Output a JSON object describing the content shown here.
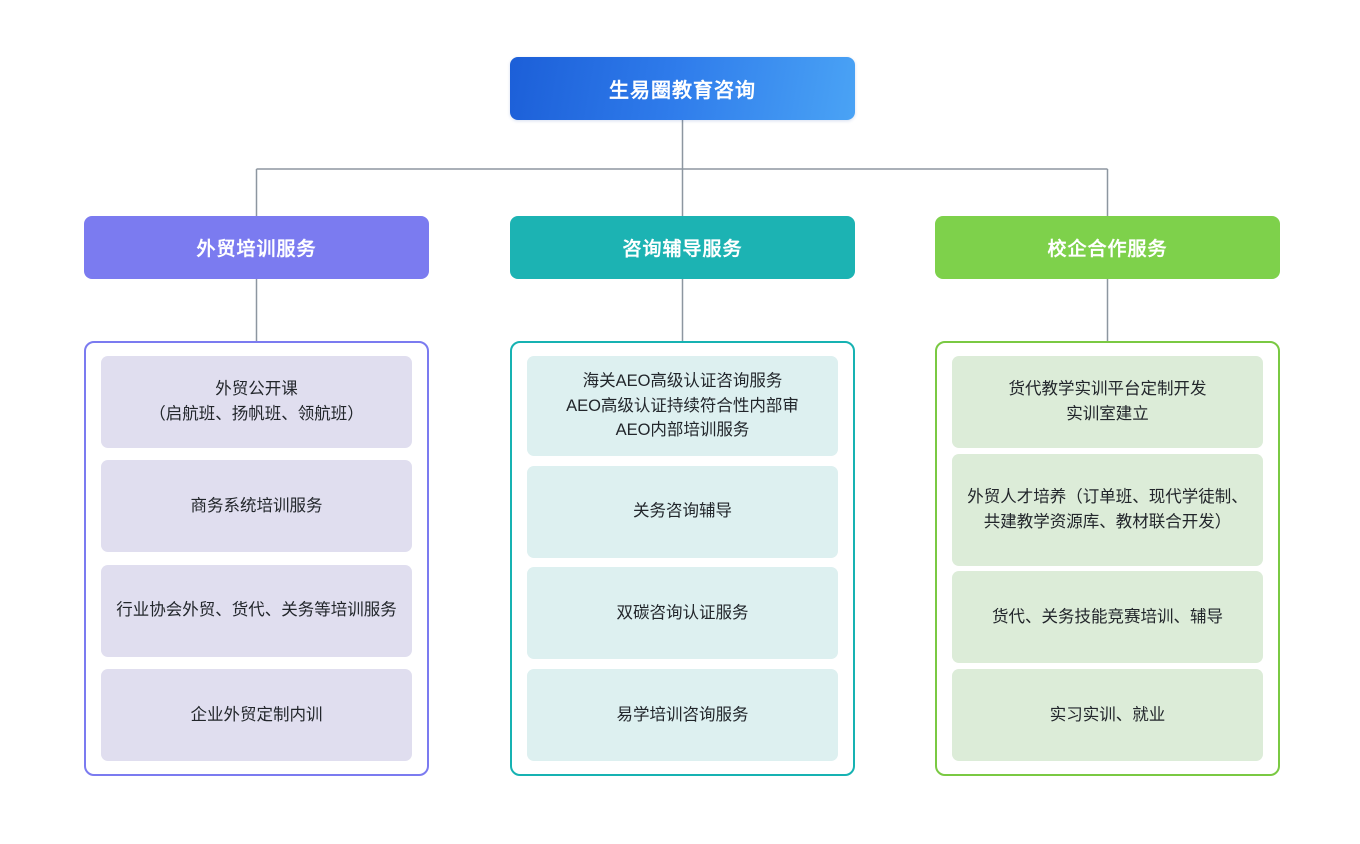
{
  "colors": {
    "root_gradient_start": "#1c5fd8",
    "root_gradient_end": "#4aa3f5",
    "purple": "#7b7bf0",
    "purple_fill": "#e0deef",
    "teal": "#1cb3b3",
    "teal_fill": "#ddf0f0",
    "green": "#7ed14b",
    "green_fill": "#dcecd8",
    "connector": "#8d96a0",
    "page_background": "#ffffff",
    "leaf_text": "#22262b",
    "header_text": "#ffffff"
  },
  "root": {
    "title": "生易圈教育咨询"
  },
  "columns": [
    {
      "id": "waimao-peixun",
      "header": "外贸培训服务",
      "theme": "purple",
      "items": [
        "外贸公开课\n（启航班、扬帆班、领航班）",
        "商务系统培训服务",
        "行业协会外贸、货代、关务等培训服务",
        "企业外贸定制内训"
      ]
    },
    {
      "id": "zixun-fudao",
      "header": "咨询辅导服务",
      "theme": "teal",
      "items": [
        "海关AEO高级认证咨询服务\nAEO高级认证持续符合性内部审\nAEO内部培训服务",
        "关务咨询辅导",
        "双碳咨询认证服务",
        "易学培训咨询服务"
      ]
    },
    {
      "id": "xiaoqi-hezuo",
      "header": "校企合作服务",
      "theme": "green",
      "items": [
        "货代教学实训平台定制开发\n实训室建立",
        "外贸人才培养（订单班、现代学徒制、共建教学资源库、教材联合开发）",
        "货代、关务技能竞赛培训、辅导",
        "实习实训、就业"
      ]
    }
  ]
}
